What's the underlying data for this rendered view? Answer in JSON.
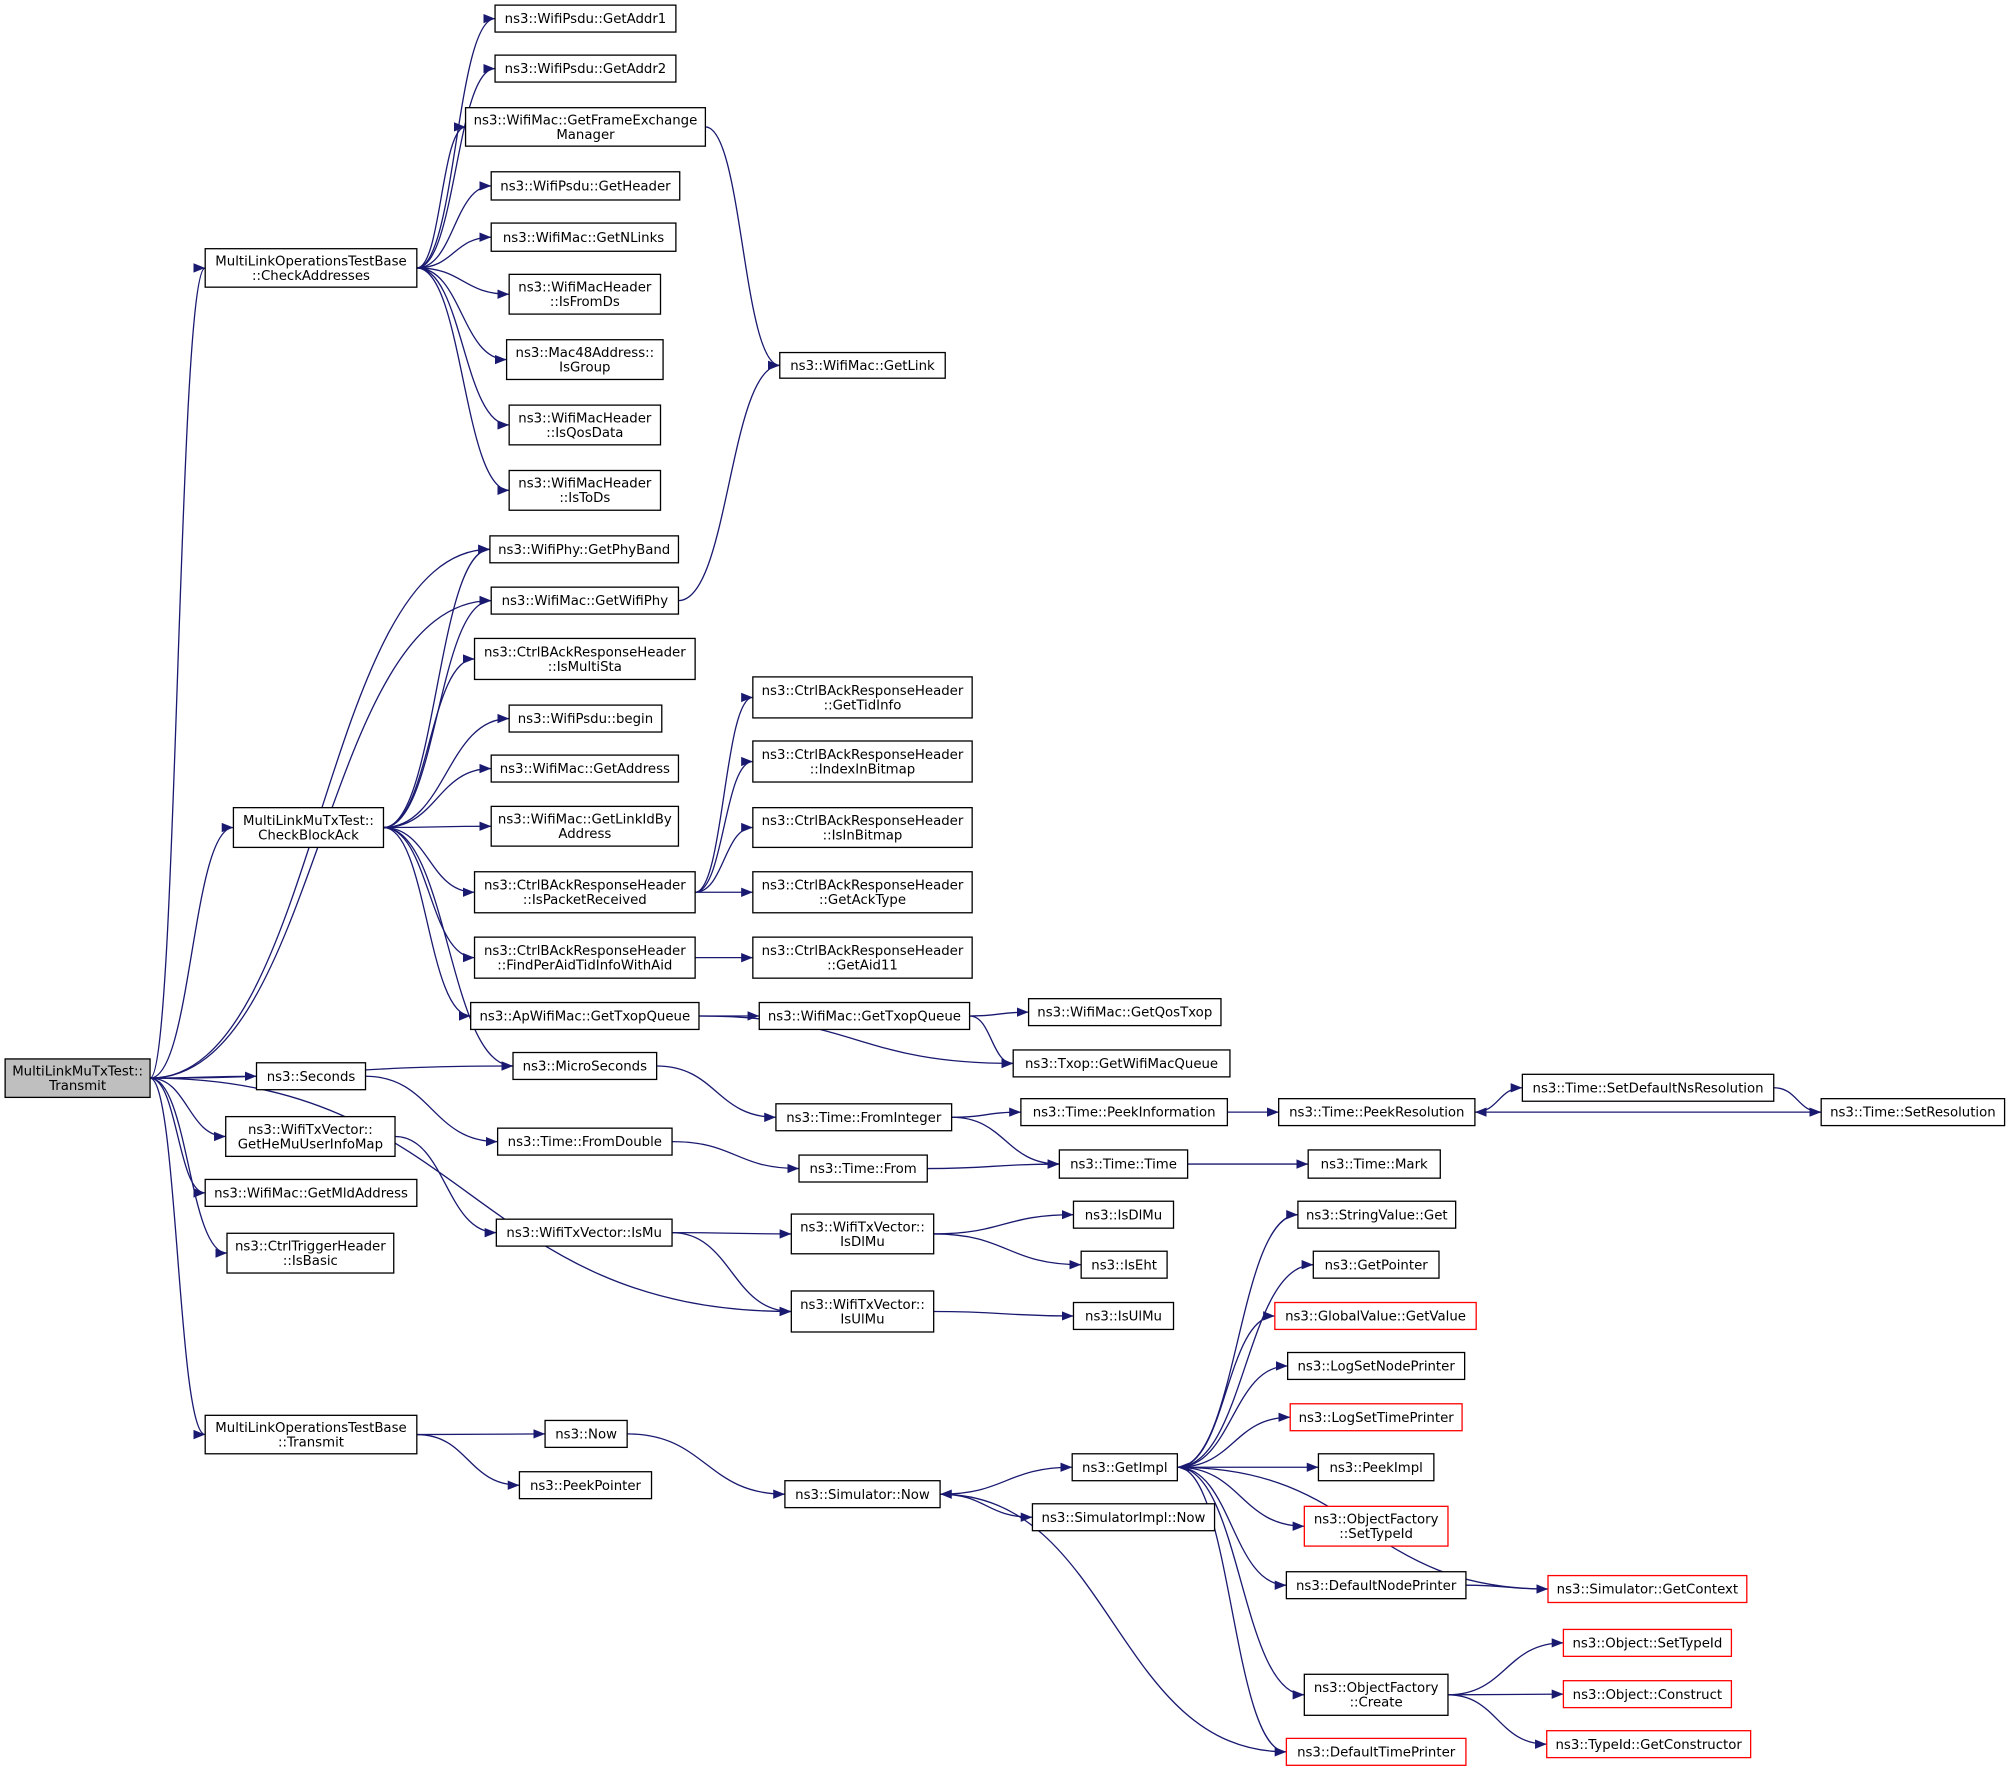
{
  "colors": {
    "edge": "#191970",
    "node_border": "#000000",
    "node_border_incomplete": "#ff0000",
    "root_fill": "#bfbfbf",
    "node_fill": "#ffffff"
  },
  "nodes": [
    {
      "id": "root",
      "lines": [
        "MultiLinkMuTxTest::",
        "Transmit"
      ],
      "root": true
    },
    {
      "id": "checkAddresses",
      "lines": [
        "MultiLinkOperationsTestBase",
        "::CheckAddresses"
      ]
    },
    {
      "id": "psduGetAddr1",
      "lines": [
        "ns3::WifiPsdu::GetAddr1"
      ]
    },
    {
      "id": "psduGetAddr2",
      "lines": [
        "ns3::WifiPsdu::GetAddr2"
      ]
    },
    {
      "id": "macGetFem",
      "lines": [
        "ns3::WifiMac::GetFrameExchange",
        "Manager"
      ]
    },
    {
      "id": "psduGetHeader",
      "lines": [
        "ns3::WifiPsdu::GetHeader"
      ]
    },
    {
      "id": "macGetNLinks",
      "lines": [
        "ns3::WifiMac::GetNLinks"
      ]
    },
    {
      "id": "hdrIsFromDs",
      "lines": [
        "ns3::WifiMacHeader",
        "::IsFromDs"
      ]
    },
    {
      "id": "macIsGroup",
      "lines": [
        "ns3::Mac48Address::",
        "IsGroup"
      ]
    },
    {
      "id": "hdrIsQosData",
      "lines": [
        "ns3::WifiMacHeader",
        "::IsQosData"
      ]
    },
    {
      "id": "hdrIsToDs",
      "lines": [
        "ns3::WifiMacHeader",
        "::IsToDs"
      ]
    },
    {
      "id": "macGetLink",
      "lines": [
        "ns3::WifiMac::GetLink"
      ]
    },
    {
      "id": "phyGetPhyBand",
      "lines": [
        "ns3::WifiPhy::GetPhyBand"
      ]
    },
    {
      "id": "macGetWifiPhy",
      "lines": [
        "ns3::WifiMac::GetWifiPhy"
      ]
    },
    {
      "id": "baIsMultiSta",
      "lines": [
        "ns3::CtrlBAckResponseHeader",
        "::IsMultiSta"
      ]
    },
    {
      "id": "psduBegin",
      "lines": [
        "ns3::WifiPsdu::begin"
      ]
    },
    {
      "id": "macGetAddress",
      "lines": [
        "ns3::WifiMac::GetAddress"
      ]
    },
    {
      "id": "checkBlockAck",
      "lines": [
        "MultiLinkMuTxTest::",
        "CheckBlockAck"
      ]
    },
    {
      "id": "macGetLinkIdBy",
      "lines": [
        "ns3::WifiMac::GetLinkIdBy",
        "Address"
      ]
    },
    {
      "id": "baIsPacketReceived",
      "lines": [
        "ns3::CtrlBAckResponseHeader",
        "::IsPacketReceived"
      ]
    },
    {
      "id": "baFindPerAid",
      "lines": [
        "ns3::CtrlBAckResponseHeader",
        "::FindPerAidTidInfoWithAid"
      ]
    },
    {
      "id": "baGetTidInfo",
      "lines": [
        "ns3::CtrlBAckResponseHeader",
        "::GetTidInfo"
      ]
    },
    {
      "id": "baIndexInBitmap",
      "lines": [
        "ns3::CtrlBAckResponseHeader",
        "::IndexInBitmap"
      ]
    },
    {
      "id": "baIsInBitmap",
      "lines": [
        "ns3::CtrlBAckResponseHeader",
        "::IsInBitmap"
      ]
    },
    {
      "id": "baGetAckType",
      "lines": [
        "ns3::CtrlBAckResponseHeader",
        "::GetAckType"
      ]
    },
    {
      "id": "baGetAid11",
      "lines": [
        "ns3::CtrlBAckResponseHeader",
        "::GetAid11"
      ]
    },
    {
      "id": "apGetTxopQueue",
      "lines": [
        "ns3::ApWifiMac::GetTxopQueue"
      ]
    },
    {
      "id": "macGetTxopQueue",
      "lines": [
        "ns3::WifiMac::GetTxopQueue"
      ]
    },
    {
      "id": "macGetQosTxop",
      "lines": [
        "ns3::WifiMac::GetQosTxop"
      ]
    },
    {
      "id": "txopGetQueue",
      "lines": [
        "ns3::Txop::GetWifiMacQueue"
      ]
    },
    {
      "id": "microSeconds",
      "lines": [
        "ns3::MicroSeconds"
      ]
    },
    {
      "id": "seconds",
      "lines": [
        "ns3::Seconds"
      ]
    },
    {
      "id": "timeFromDouble",
      "lines": [
        "ns3::Time::FromDouble"
      ]
    },
    {
      "id": "timeFromInteger",
      "lines": [
        "ns3::Time::FromInteger"
      ]
    },
    {
      "id": "timeFrom",
      "lines": [
        "ns3::Time::From"
      ]
    },
    {
      "id": "timePeekInfo",
      "lines": [
        "ns3::Time::PeekInformation"
      ]
    },
    {
      "id": "timeTime",
      "lines": [
        "ns3::Time::Time"
      ]
    },
    {
      "id": "timePeekRes",
      "lines": [
        "ns3::Time::PeekResolution"
      ]
    },
    {
      "id": "timeMark",
      "lines": [
        "ns3::Time::Mark"
      ]
    },
    {
      "id": "timeSetDefault",
      "lines": [
        "ns3::Time::SetDefaultNsResolution"
      ]
    },
    {
      "id": "timeSetRes",
      "lines": [
        "ns3::Time::SetResolution"
      ]
    },
    {
      "id": "txvGetHeMu",
      "lines": [
        "ns3::WifiTxVector::",
        "GetHeMuUserInfoMap"
      ]
    },
    {
      "id": "macGetMld",
      "lines": [
        "ns3::WifiMac::GetMldAddress"
      ]
    },
    {
      "id": "trigIsBasic",
      "lines": [
        "ns3::CtrlTriggerHeader",
        "::IsBasic"
      ]
    },
    {
      "id": "txvIsMu",
      "lines": [
        "ns3::WifiTxVector::IsMu"
      ]
    },
    {
      "id": "txvIsDlMu",
      "lines": [
        "ns3::WifiTxVector::",
        "IsDlMu"
      ]
    },
    {
      "id": "txvIsUlMu",
      "lines": [
        "ns3::WifiTxVector::",
        "IsUlMu"
      ]
    },
    {
      "id": "isDlMu",
      "lines": [
        "ns3::IsDlMu"
      ]
    },
    {
      "id": "isEht",
      "lines": [
        "ns3::IsEht"
      ]
    },
    {
      "id": "isUlMu",
      "lines": [
        "ns3::IsUlMu"
      ]
    },
    {
      "id": "mlTransmit",
      "lines": [
        "MultiLinkOperationsTestBase",
        "::Transmit"
      ]
    },
    {
      "id": "now",
      "lines": [
        "ns3::Now"
      ]
    },
    {
      "id": "peekPointer",
      "lines": [
        "ns3::PeekPointer"
      ]
    },
    {
      "id": "simNow",
      "lines": [
        "ns3::Simulator::Now"
      ]
    },
    {
      "id": "getImpl",
      "lines": [
        "ns3::GetImpl"
      ]
    },
    {
      "id": "simImplNow",
      "lines": [
        "ns3::SimulatorImpl::Now"
      ]
    },
    {
      "id": "stringGet",
      "lines": [
        "ns3::StringValue::Get"
      ]
    },
    {
      "id": "getPointer",
      "lines": [
        "ns3::GetPointer"
      ]
    },
    {
      "id": "globalGetValue",
      "lines": [
        "ns3::GlobalValue::GetValue"
      ],
      "incomplete": true
    },
    {
      "id": "logSetNode",
      "lines": [
        "ns3::LogSetNodePrinter"
      ]
    },
    {
      "id": "logSetTime",
      "lines": [
        "ns3::LogSetTimePrinter"
      ],
      "incomplete": true
    },
    {
      "id": "peekImpl",
      "lines": [
        "ns3::PeekImpl"
      ]
    },
    {
      "id": "ofSetTypeId",
      "lines": [
        "ns3::ObjectFactory",
        "::SetTypeId"
      ],
      "incomplete": true
    },
    {
      "id": "defNodePrinter",
      "lines": [
        "ns3::DefaultNodePrinter"
      ]
    },
    {
      "id": "simGetContext",
      "lines": [
        "ns3::Simulator::GetContext"
      ],
      "incomplete": true
    },
    {
      "id": "objSetTypeId",
      "lines": [
        "ns3::Object::SetTypeId"
      ],
      "incomplete": true
    },
    {
      "id": "ofCreate",
      "lines": [
        "ns3::ObjectFactory",
        "::Create"
      ]
    },
    {
      "id": "objConstruct",
      "lines": [
        "ns3::Object::Construct"
      ],
      "incomplete": true
    },
    {
      "id": "typeIdGetCtor",
      "lines": [
        "ns3::TypeId::GetConstructor"
      ],
      "incomplete": true
    },
    {
      "id": "defTimePrinter",
      "lines": [
        "ns3::DefaultTimePrinter"
      ],
      "incomplete": true
    }
  ],
  "edges": [
    [
      "root",
      "checkAddresses"
    ],
    [
      "root",
      "phyGetPhyBand"
    ],
    [
      "root",
      "macGetWifiPhy"
    ],
    [
      "root",
      "checkBlockAck"
    ],
    [
      "root",
      "microSeconds"
    ],
    [
      "root",
      "seconds"
    ],
    [
      "root",
      "txvGetHeMu"
    ],
    [
      "root",
      "macGetMld"
    ],
    [
      "root",
      "trigIsBasic"
    ],
    [
      "root",
      "txvIsUlMu"
    ],
    [
      "root",
      "mlTransmit"
    ],
    [
      "checkAddresses",
      "psduGetAddr1"
    ],
    [
      "checkAddresses",
      "psduGetAddr2"
    ],
    [
      "checkAddresses",
      "macGetFem"
    ],
    [
      "checkAddresses",
      "psduGetHeader"
    ],
    [
      "checkAddresses",
      "macGetNLinks"
    ],
    [
      "checkAddresses",
      "hdrIsFromDs"
    ],
    [
      "checkAddresses",
      "macIsGroup"
    ],
    [
      "checkAddresses",
      "hdrIsQosData"
    ],
    [
      "checkAddresses",
      "hdrIsToDs"
    ],
    [
      "macGetFem",
      "macGetLink"
    ],
    [
      "macGetWifiPhy",
      "macGetLink"
    ],
    [
      "checkBlockAck",
      "phyGetPhyBand"
    ],
    [
      "checkBlockAck",
      "macGetWifiPhy"
    ],
    [
      "checkBlockAck",
      "baIsMultiSta"
    ],
    [
      "checkBlockAck",
      "psduBegin"
    ],
    [
      "checkBlockAck",
      "macGetAddress"
    ],
    [
      "checkBlockAck",
      "macGetLinkIdBy"
    ],
    [
      "checkBlockAck",
      "baIsPacketReceived"
    ],
    [
      "checkBlockAck",
      "baFindPerAid"
    ],
    [
      "checkBlockAck",
      "apGetTxopQueue"
    ],
    [
      "checkBlockAck",
      "microSeconds"
    ],
    [
      "baIsPacketReceived",
      "baGetTidInfo"
    ],
    [
      "baIsPacketReceived",
      "baIndexInBitmap"
    ],
    [
      "baIsPacketReceived",
      "baIsInBitmap"
    ],
    [
      "baIsPacketReceived",
      "baGetAckType"
    ],
    [
      "baFindPerAid",
      "baGetAid11"
    ],
    [
      "apGetTxopQueue",
      "macGetTxopQueue"
    ],
    [
      "apGetTxopQueue",
      "txopGetQueue"
    ],
    [
      "macGetTxopQueue",
      "macGetQosTxop"
    ],
    [
      "macGetTxopQueue",
      "txopGetQueue"
    ],
    [
      "microSeconds",
      "timeFromInteger"
    ],
    [
      "seconds",
      "timeFromDouble"
    ],
    [
      "timeFromDouble",
      "timeFrom"
    ],
    [
      "timeFromInteger",
      "timePeekInfo"
    ],
    [
      "timeFromInteger",
      "timeTime"
    ],
    [
      "timeFrom",
      "timeTime"
    ],
    [
      "timePeekInfo",
      "timePeekRes"
    ],
    [
      "timeTime",
      "timeMark"
    ],
    [
      "timePeekRes",
      "timeSetDefault"
    ],
    [
      "timeSetDefault",
      "timeSetRes"
    ],
    [
      "timeSetRes",
      "timePeekRes"
    ],
    [
      "txvGetHeMu",
      "txvIsMu"
    ],
    [
      "txvIsMu",
      "txvIsDlMu"
    ],
    [
      "txvIsMu",
      "txvIsUlMu"
    ],
    [
      "txvIsDlMu",
      "isDlMu"
    ],
    [
      "txvIsDlMu",
      "isEht"
    ],
    [
      "txvIsUlMu",
      "isUlMu"
    ],
    [
      "mlTransmit",
      "now"
    ],
    [
      "mlTransmit",
      "peekPointer"
    ],
    [
      "now",
      "simNow"
    ],
    [
      "simNow",
      "getImpl"
    ],
    [
      "simNow",
      "simImplNow"
    ],
    [
      "getImpl",
      "stringGet"
    ],
    [
      "getImpl",
      "getPointer"
    ],
    [
      "getImpl",
      "globalGetValue"
    ],
    [
      "getImpl",
      "logSetNode"
    ],
    [
      "getImpl",
      "logSetTime"
    ],
    [
      "getImpl",
      "peekImpl"
    ],
    [
      "getImpl",
      "ofSetTypeId"
    ],
    [
      "getImpl",
      "defNodePrinter"
    ],
    [
      "getImpl",
      "ofCreate"
    ],
    [
      "getImpl",
      "defTimePrinter"
    ],
    [
      "defNodePrinter",
      "simGetContext"
    ],
    [
      "simGetContext",
      "getImpl"
    ],
    [
      "ofCreate",
      "objSetTypeId"
    ],
    [
      "ofCreate",
      "objConstruct"
    ],
    [
      "ofCreate",
      "typeIdGetCtor"
    ],
    [
      "defTimePrinter",
      "simNow"
    ]
  ]
}
